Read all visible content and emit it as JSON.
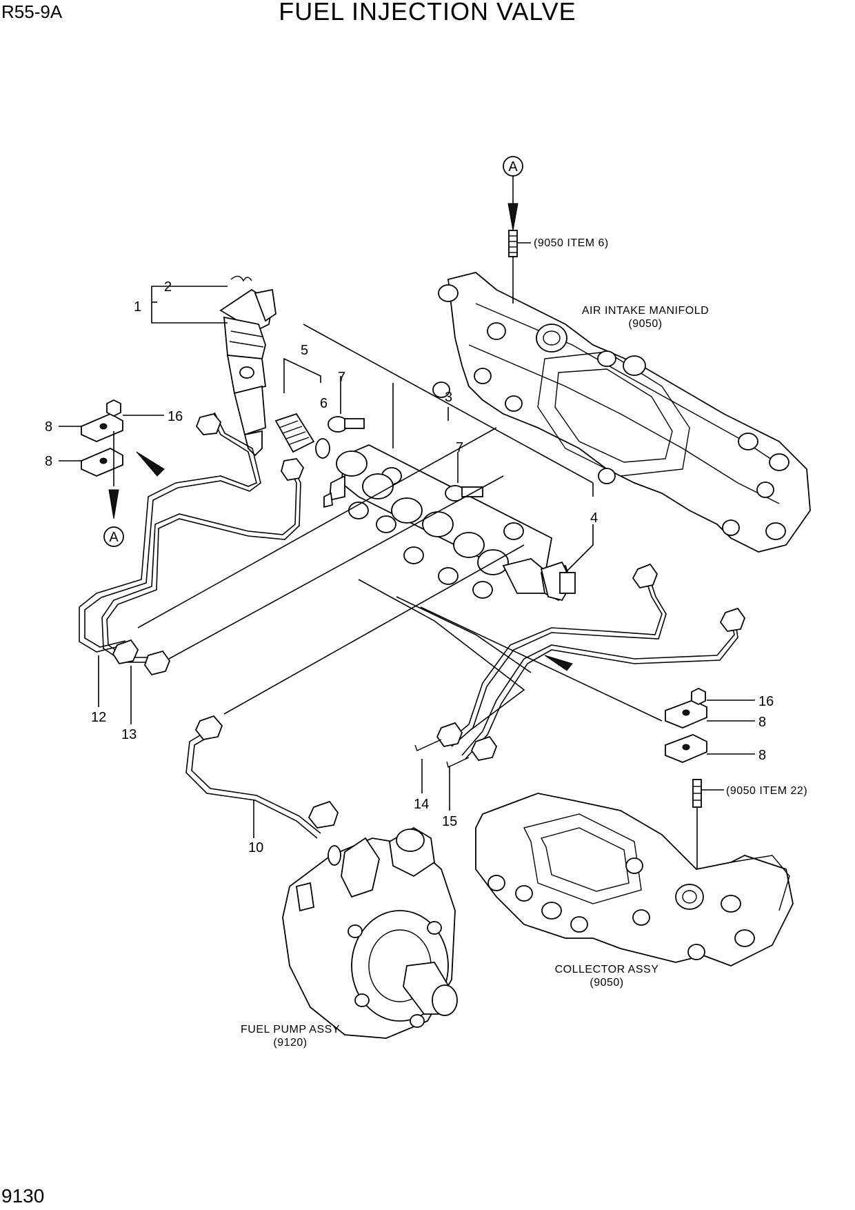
{
  "header": {
    "model": "R55-9A",
    "title": "FUEL INJECTION VALVE"
  },
  "footer": {
    "page_number": "9130"
  },
  "callouts": {
    "n1": "1",
    "n2": "2",
    "n3": "3",
    "n4": "4",
    "n5": "5",
    "n6": "6",
    "n7a": "7",
    "n7b": "7",
    "n8a": "8",
    "n8b": "8",
    "n8c": "8",
    "n8d": "8",
    "n10": "10",
    "n12": "12",
    "n13": "13",
    "n14": "14",
    "n15": "15",
    "n16a": "16",
    "n16b": "16",
    "refA_top": "A",
    "refA_left": "A"
  },
  "notes": {
    "item6": "(9050 ITEM 6)",
    "item22": "(9050 ITEM 22)",
    "manifold_name": "AIR INTAKE MANIFOLD",
    "manifold_ref": "(9050)",
    "collector_name": "COLLECTOR ASSY",
    "collector_ref": "(9050)",
    "pump_name": "FUEL PUMP ASSY",
    "pump_ref": "(9120)"
  }
}
